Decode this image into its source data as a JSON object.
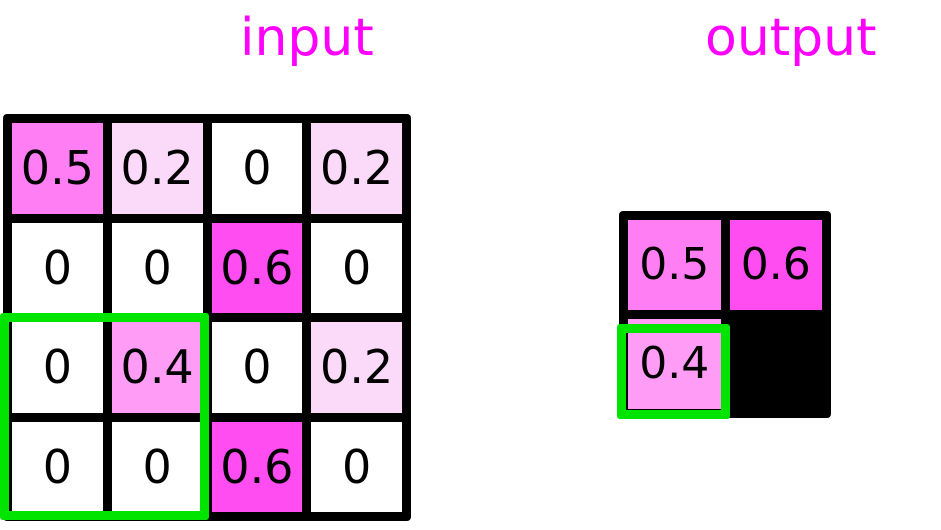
{
  "titles": {
    "input": "input",
    "output": "output",
    "color": "#ff00ff"
  },
  "palette": {
    "zero": "#ffffff",
    "v02": "#fbd9f8",
    "v04": "#ff9cf5",
    "v05": "#ff7ef4",
    "v06": "#ff4df2",
    "border": "#000000",
    "highlight": "#00e400"
  },
  "chart_data": {
    "type": "heatmap",
    "title": "max pooling: input feature map and pooled output",
    "input": {
      "label": "input",
      "rows": 4,
      "cols": 4,
      "values": [
        [
          0.5,
          0.2,
          0,
          0.2
        ],
        [
          0,
          0,
          0.6,
          0
        ],
        [
          0,
          0.4,
          0,
          0.2
        ],
        [
          0,
          0,
          0.6,
          0
        ]
      ],
      "cells": [
        [
          {
            "text": "0.5",
            "value": 0.5,
            "fill": "#ff7ef4"
          },
          {
            "text": "0.2",
            "value": 0.2,
            "fill": "#fbd9f8"
          },
          {
            "text": "0",
            "value": 0,
            "fill": "#ffffff"
          },
          {
            "text": "0.2",
            "value": 0.2,
            "fill": "#fbd9f8"
          }
        ],
        [
          {
            "text": "0",
            "value": 0,
            "fill": "#ffffff"
          },
          {
            "text": "0",
            "value": 0,
            "fill": "#ffffff"
          },
          {
            "text": "0.6",
            "value": 0.6,
            "fill": "#ff4df2"
          },
          {
            "text": "0",
            "value": 0,
            "fill": "#ffffff"
          }
        ],
        [
          {
            "text": "0",
            "value": 0,
            "fill": "#ffffff"
          },
          {
            "text": "0.4",
            "value": 0.4,
            "fill": "#ff9cf5"
          },
          {
            "text": "0",
            "value": 0,
            "fill": "#ffffff"
          },
          {
            "text": "0.2",
            "value": 0.2,
            "fill": "#fbd9f8"
          }
        ],
        [
          {
            "text": "0",
            "value": 0,
            "fill": "#ffffff"
          },
          {
            "text": "0",
            "value": 0,
            "fill": "#ffffff"
          },
          {
            "text": "0.6",
            "value": 0.6,
            "fill": "#ff4df2"
          },
          {
            "text": "0",
            "value": 0,
            "fill": "#ffffff"
          }
        ]
      ],
      "highlight_window": {
        "row_start": 3,
        "row_end": 4,
        "col_start": 1,
        "col_end": 2
      }
    },
    "output": {
      "label": "output",
      "rows": 2,
      "cols": 2,
      "values": [
        [
          0.5,
          0.6
        ],
        [
          0.4,
          null
        ]
      ],
      "cells": [
        [
          {
            "text": "0.5",
            "value": 0.5,
            "fill": "#ff7ef4",
            "blank": false
          },
          {
            "text": "0.6",
            "value": 0.6,
            "fill": "#ff4df2",
            "blank": false
          }
        ],
        [
          {
            "text": "0.4",
            "value": 0.4,
            "fill": "#ff9cf5",
            "blank": false
          },
          {
            "text": "",
            "value": null,
            "fill": "#ffffff",
            "blank": true
          }
        ]
      ],
      "highlight_cell": {
        "row": 2,
        "col": 1
      }
    }
  }
}
